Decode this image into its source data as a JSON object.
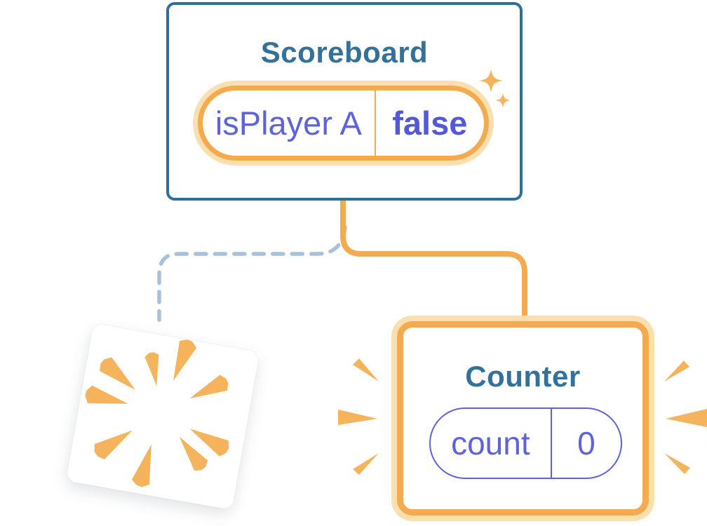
{
  "diagram": {
    "parent_component": {
      "title": "Scoreboard",
      "state": {
        "key": "isPlayer A",
        "value": "false"
      }
    },
    "child_component": {
      "title": "Counter",
      "state": {
        "key": "count",
        "value": "0"
      }
    },
    "destroyed_component": {
      "description": "unmounted component card with poof burst"
    }
  },
  "colors": {
    "card_border_blue": "#2D6F9E",
    "title_blue": "#33719B",
    "state_orange": "#F4AB4F",
    "state_orange_halo": "#FBDFAE",
    "state_purple_text": "#5E63DB",
    "pill_border_purple": "#5C63D8",
    "dashed_line_blue": "#A6C1D8",
    "burst_orange": "#F5B45C"
  },
  "icons": {
    "sparkles-icon": "two concave four-point stars",
    "poof-burst-icon": "radial wedge rays",
    "emphasis-burst-icon": "three tapered wedges each side"
  }
}
